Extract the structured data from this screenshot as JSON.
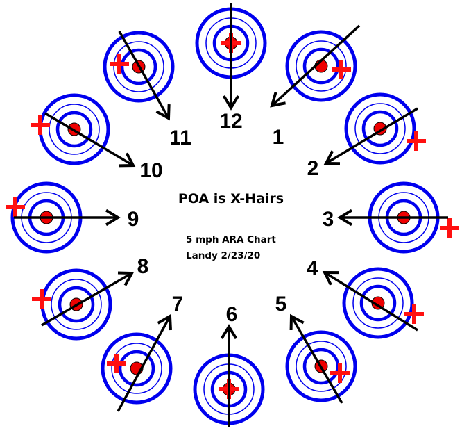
{
  "title": "POA is X-Hairs",
  "subtitle_line1": "5 mph ARA Chart",
  "subtitle_line2": "Landy 2/23/20",
  "clock_positions": [
    {
      "label": "12"
    },
    {
      "label": "1"
    },
    {
      "label": "2"
    },
    {
      "label": "3"
    },
    {
      "label": "4"
    },
    {
      "label": "5"
    },
    {
      "label": "6"
    },
    {
      "label": "7"
    },
    {
      "label": "8"
    },
    {
      "label": "9"
    },
    {
      "label": "10"
    },
    {
      "label": "11"
    }
  ],
  "colors": {
    "ring": "#0000ee",
    "bull": "#ee0000",
    "cross": "#ff1010",
    "arrow": "#000000"
  }
}
